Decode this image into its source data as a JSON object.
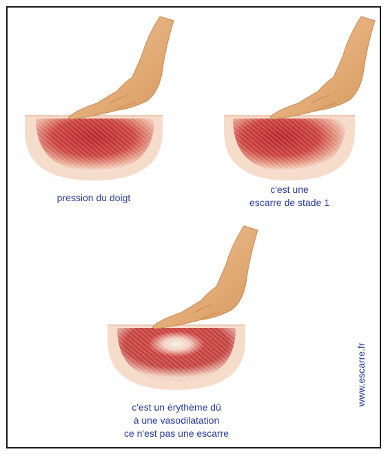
{
  "panels": {
    "finger_pressure": {
      "caption_lines": [
        "pression du doigt"
      ]
    },
    "stage1": {
      "caption_lines": [
        "c'est une",
        "escarre de stade 1"
      ]
    },
    "erythema": {
      "caption_lines": [
        "c'est un érythème dû",
        "à une vasodilatation",
        "ce n'est pas une escarre"
      ]
    }
  },
  "site_url": "www.escarre.fr",
  "colors": {
    "caption_text": "#2a3b9c",
    "skin_light": "#f6dccb",
    "redness": "#b8242a",
    "hand": "#eab27c",
    "frame": "#1a1a1a"
  }
}
